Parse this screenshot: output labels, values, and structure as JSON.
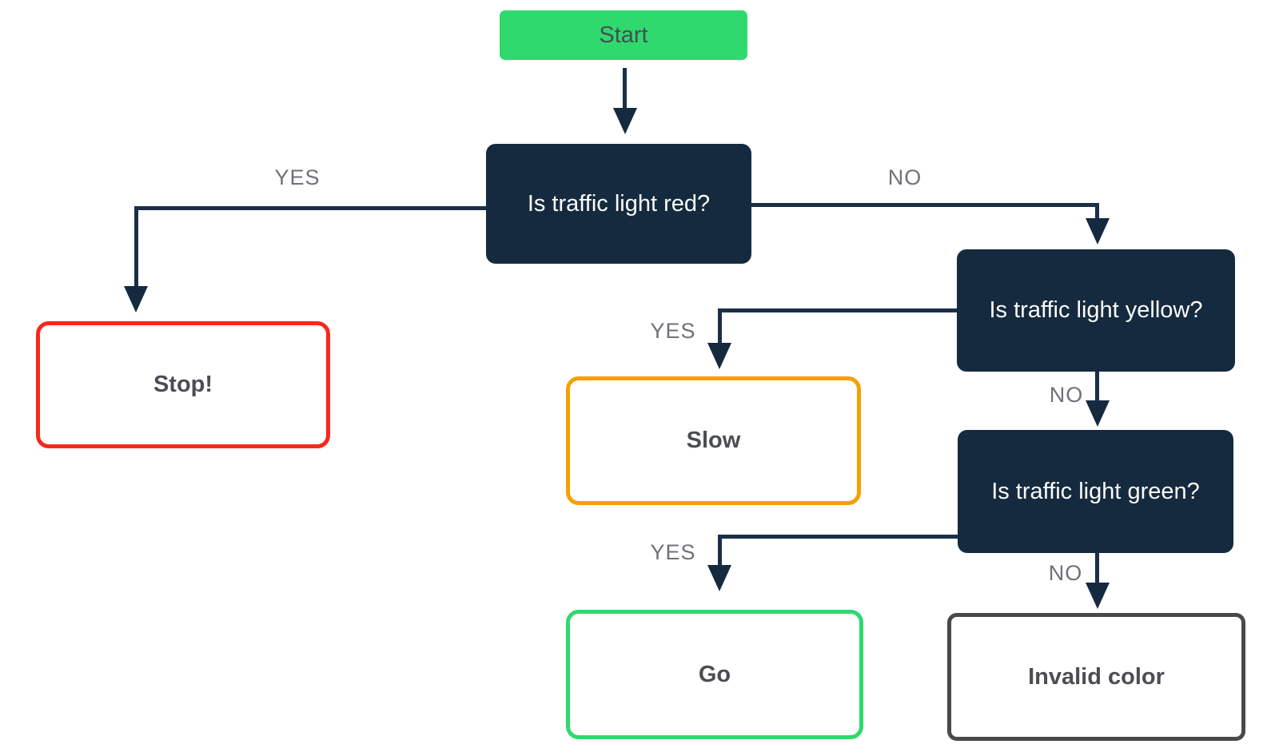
{
  "diagram": {
    "type": "flowchart",
    "nodes": {
      "start": {
        "label": "Start",
        "kind": "start",
        "fill": "#2FD96E",
        "text_color": "#454E54"
      },
      "q_red": {
        "label": "Is traffic light red?",
        "kind": "decision",
        "fill": "#152A3E",
        "text_color": "#FFFFFF"
      },
      "stop": {
        "label": "Stop!",
        "kind": "outcome",
        "border": "#F8281A",
        "text_color": "#4A4E52"
      },
      "q_yellow": {
        "label": "Is traffic light yellow?",
        "kind": "decision",
        "fill": "#152A3E",
        "text_color": "#FFFFFF"
      },
      "slow": {
        "label": "Slow",
        "kind": "outcome",
        "border": "#F5A002",
        "text_color": "#4A4E52"
      },
      "q_green": {
        "label": "Is traffic light green?",
        "kind": "decision",
        "fill": "#152A3E",
        "text_color": "#FFFFFF"
      },
      "go": {
        "label": "Go",
        "kind": "outcome",
        "border": "#2FD96E",
        "text_color": "#4A4E52"
      },
      "invalid": {
        "label": "Invalid color",
        "kind": "outcome",
        "border": "#47494B",
        "text_color": "#4A4E52"
      }
    },
    "edges": {
      "start_flow": {
        "from": "start",
        "to": "q_red",
        "label": ""
      },
      "red_yes": {
        "from": "q_red",
        "to": "stop",
        "label": "YES"
      },
      "red_no": {
        "from": "q_red",
        "to": "q_yellow",
        "label": "NO"
      },
      "yellow_yes": {
        "from": "q_yellow",
        "to": "slow",
        "label": "YES"
      },
      "yellow_no": {
        "from": "q_yellow",
        "to": "q_green",
        "label": "NO"
      },
      "green_yes": {
        "from": "q_green",
        "to": "go",
        "label": "YES"
      },
      "green_no": {
        "from": "q_green",
        "to": "invalid",
        "label": "NO"
      }
    },
    "colors": {
      "connector": "#1B2F47",
      "arrowhead": "#152A3E",
      "decision_fill": "#152A3E",
      "start_fill": "#2FD96E",
      "stop_border": "#F8281A",
      "slow_border": "#F5A002",
      "go_border": "#2FD96E",
      "invalid_border": "#47494B",
      "edge_label_text": "#6E7276",
      "background": "#FFFFFF"
    }
  }
}
